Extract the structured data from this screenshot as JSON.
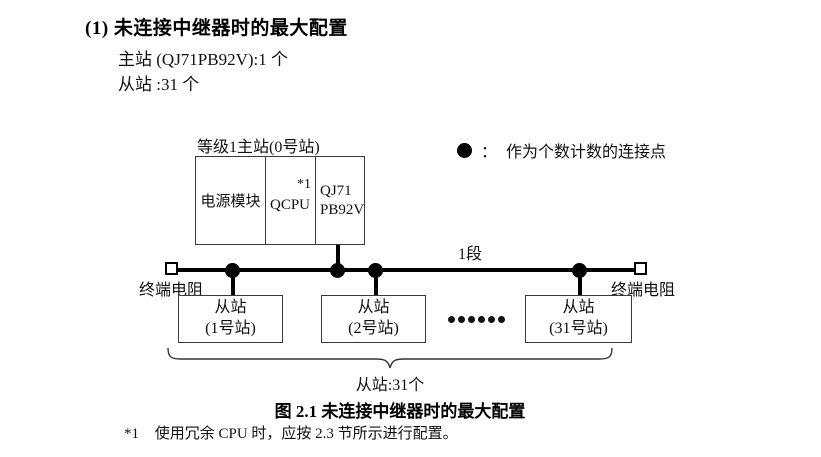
{
  "page": {
    "title": "(1) 未连接中继器时的最大配置",
    "spec_master": "主站 (QJ71PB92V):1 个",
    "spec_slave": "从站 :31 个",
    "caption": "图 2.1 未连接中继器时的最大配置",
    "footnote": {
      "marker": "*1",
      "text": "使用冗余 CPU 时，应按 2.3 节所示进行配置。"
    }
  },
  "diagram": {
    "master": {
      "label": "等级1主站(0号站)",
      "power_module": "电源模块",
      "cpu": "QCPU",
      "cpu_note": "*1",
      "interface_line1": "QJ71",
      "interface_line2": "PB92V"
    },
    "legend": {
      "symbol_name": "filled-circle",
      "separator": "：",
      "text": "作为个数计数的连接点"
    },
    "bus": {
      "segment_label": "1段",
      "terminator_left": "终端电阻",
      "terminator_right": "终端电阻",
      "connection_point_count": 4
    },
    "slaves": [
      {
        "line1": "从站",
        "line2": "(1号站)"
      },
      {
        "line1": "从站",
        "line2": "(2号站)"
      },
      {
        "line1": "从站",
        "line2": "(31号站)"
      }
    ],
    "brace_label": "从站:31个"
  },
  "colors": {
    "text": "#111111",
    "line": "#000000",
    "box_border": "#3a3a3a",
    "background": "#ffffff"
  }
}
